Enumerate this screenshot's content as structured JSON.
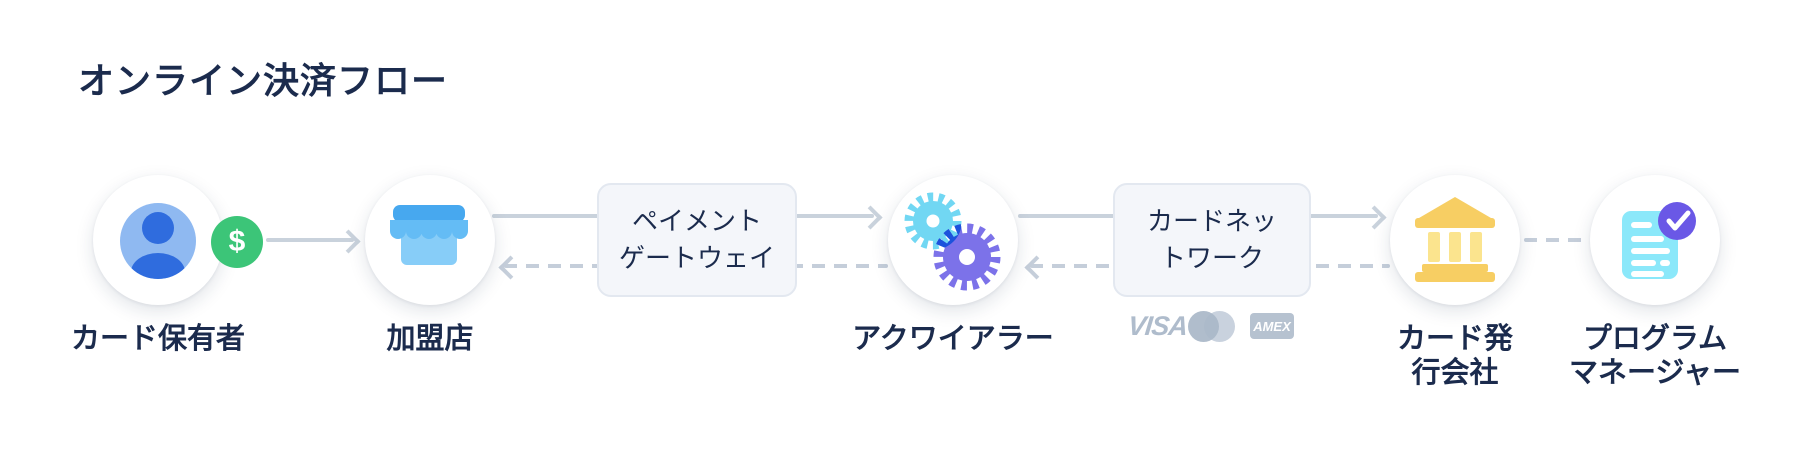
{
  "title": "オンライン決済フロー",
  "flow": {
    "nodes": [
      {
        "id": "cardholder",
        "label": "カード保有者",
        "icon": "person-icon",
        "badge": "$"
      },
      {
        "id": "merchant",
        "label": "加盟店",
        "icon": "storefront-icon"
      },
      {
        "id": "acquirer",
        "label": "アクワイアラー",
        "icon": "gears-icon"
      },
      {
        "id": "issuer",
        "label": "カード発\n行会社",
        "icon": "bank-icon"
      },
      {
        "id": "program_manager",
        "label": "プログラム\nマネージャー",
        "icon": "document-check-icon"
      }
    ],
    "intermediaries": [
      {
        "id": "payment_gateway",
        "label": "ペイメント\nゲートウェイ"
      },
      {
        "id": "card_network",
        "label": "カードネッ\nトワーク"
      }
    ],
    "card_brands": {
      "visa": "VISA",
      "mastercard": "mastercard-circles-icon",
      "amex": "AMEX"
    }
  },
  "colors": {
    "text_navy": "#1B2B4D",
    "line_gray": "#C9D2DC",
    "dash_gray": "#C5CEDA",
    "box_bg": "#F4F6FA",
    "box_border": "#E3E8F0",
    "badge_green": "#3CC578",
    "person_light_blue": "#8FB9F1",
    "person_dark_blue": "#2F6CDE",
    "store_blue_dark": "#47A8EF",
    "store_blue_mid": "#64BCF5",
    "store_blue_light": "#87CDF8",
    "gear_cyan": "#71D7F3",
    "gear_purple": "#7C72E9",
    "gear_overlap_blue": "#1C52DC",
    "bank_yellow": "#F7CE63",
    "bank_yellow_light": "#FBE48E",
    "doc_cyan": "#8BE8FA",
    "check_purple": "#6A58E6",
    "brand_gray": "#B6C2D0"
  }
}
